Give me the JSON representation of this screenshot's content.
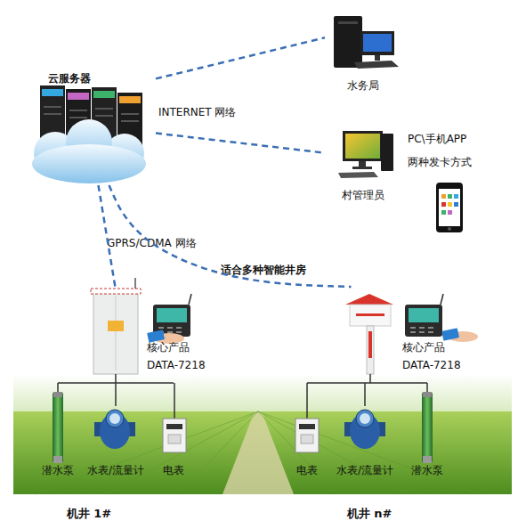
{
  "diagram": {
    "nodes": [
      {
        "text": [
          "云服务器"
        ]
      },
      {
        "text": [
          "水务局"
        ]
      },
      {
        "text": [
          "村管理员"
        ]
      },
      {
        "text": [
          "机井 1#"
        ]
      },
      {
        "text": [
          "核心产品",
          "DATA-7218"
        ],
        "in": 3
      },
      {
        "text": [
          "潜水泵"
        ],
        "in": 3
      },
      {
        "text": [
          "水表/流量计"
        ],
        "in": 3
      },
      {
        "text": [
          "电表"
        ],
        "in": 3
      },
      {
        "text": [
          "机井 n#"
        ]
      },
      {
        "text": [
          "核心产品",
          "DATA-7218"
        ],
        "in": 8
      },
      {
        "text": [
          "电表"
        ],
        "in": 8
      },
      {
        "text": [
          "水表/流量计"
        ],
        "in": 8
      },
      {
        "text": [
          "潜水泵"
        ],
        "in": 8
      }
    ],
    "edges": [
      {
        "from": 0,
        "to": 1,
        "arrow": "none"
      },
      {
        "from": 0,
        "to": 2,
        "arrow": "none"
      },
      {
        "from": 0,
        "to": 3,
        "arrow": "none"
      },
      {
        "from": 0,
        "to": 8,
        "arrow": "none"
      }
    ],
    "labels": [
      "INTERNET 网络",
      "PC\\手机APP",
      "两种发卡方式",
      "GPRS/CDMA 网络",
      "适合多种智能井房"
    ]
  }
}
